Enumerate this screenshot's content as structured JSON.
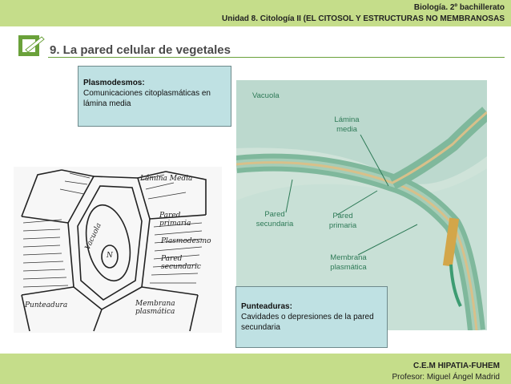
{
  "header": {
    "line1": "Biología. 2º bachillerato",
    "line2": "Unidad 8. Citología II (EL CITOSOL Y ESTRUCTURAS NO MEMBRANOSAS"
  },
  "slide": {
    "title": "9. La pared celular de vegetales"
  },
  "box_plasmodesmos": {
    "heading": "Plasmodesmos:",
    "body": "Comunicaciones citoplasmáticas en lámina media"
  },
  "box_punteaduras": {
    "heading": "Punteaduras:",
    "body": "Cavidades o depresiones de la pared secundaria"
  },
  "illustration": {
    "vacuola": "Vacuola",
    "lamina_media_1": "Lámina",
    "lamina_media_2": "media",
    "pared_secundaria_1": "Pared",
    "pared_secundaria_2": "secundaria",
    "pared_primaria_1": "Pared",
    "pared_primaria_2": "primaria",
    "membrana_1": "Membrana",
    "membrana_2": "plasmática"
  },
  "sketch": {
    "lamina_media": "Lámina Media",
    "pared_primaria_1": "Pared",
    "pared_primaria_2": "primaria",
    "plasmodesmo": "Plasmodesmo",
    "pared_secundaria_1": "Pared",
    "pared_secundaria_2": "secundaric",
    "vacuola": "Vacuola",
    "nucleo": "N",
    "punteadura": "Punteadura",
    "membrana_1": "Membrana",
    "membrana_2": "plasmática"
  },
  "footer": {
    "center": "C.E.M HIPATIA-FUHEM",
    "professor": "Profesor: Miguel Ángel Madrid"
  },
  "colors": {
    "band": "#c5dd8a",
    "accent": "#6aa13a",
    "box_fill": "#bfe1e3",
    "label_green": "#2e7a57"
  }
}
